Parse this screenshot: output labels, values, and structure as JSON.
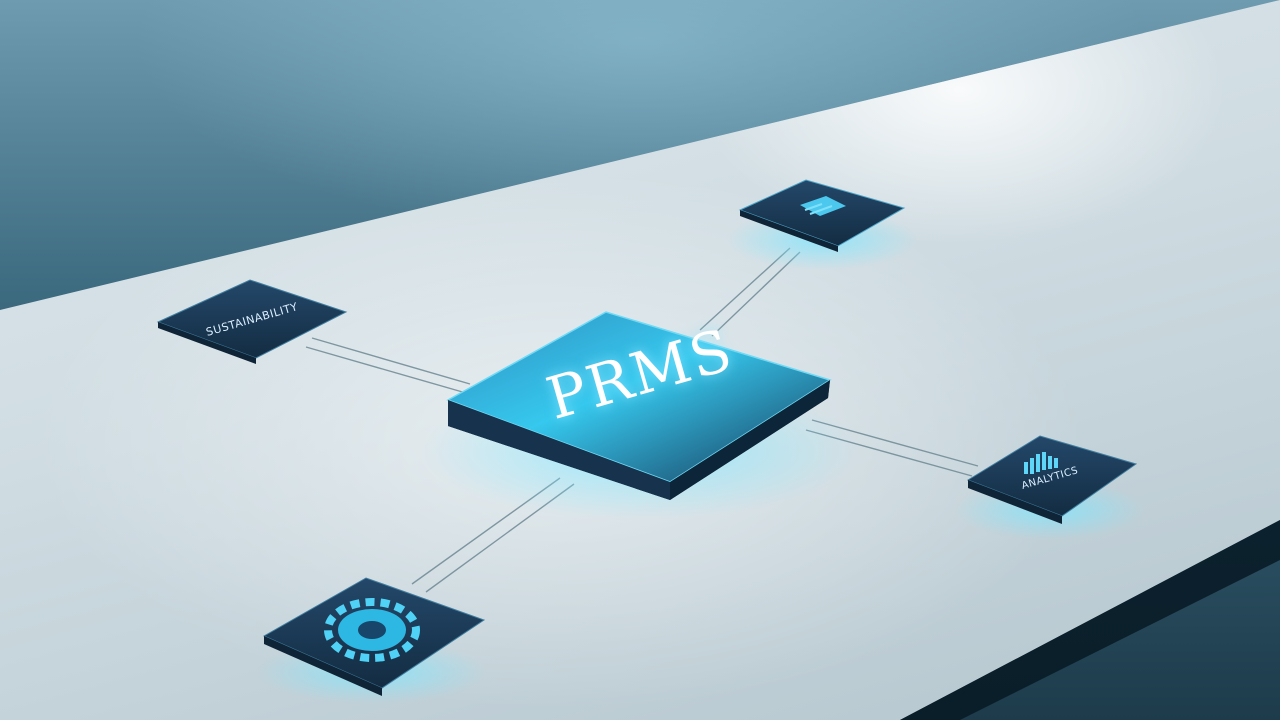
{
  "center_module": {
    "label": "PRMS"
  },
  "nodes": [
    {
      "name": "top-right-node",
      "icon": "document-icon"
    },
    {
      "name": "left-node",
      "label": "SUSTAINABILITY"
    },
    {
      "name": "right-node",
      "icon": "bar-chart-icon",
      "label": "ANALYTICS"
    },
    {
      "name": "bottom-left-node",
      "icon": "gear-icon"
    }
  ],
  "colors": {
    "tile_dark": "#1c3a55",
    "tile_glow": "#3fd4f5",
    "table": "#dfe8ec",
    "background": "#3d6b80"
  }
}
